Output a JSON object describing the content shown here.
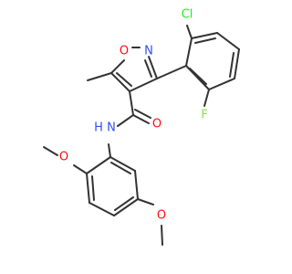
{
  "colors": {
    "background": "#ffffff",
    "bond": "#333333",
    "oxygen": "#ff0d0d",
    "nitrogen": "#3050f8",
    "chlorine": "#1ff01f",
    "fluorine": "#90e050",
    "carbon": "#333333"
  },
  "atoms": {
    "cl": "Cl",
    "f": "F",
    "o_ring": "O",
    "n_ring": "N",
    "o_carbonyl": "O",
    "nh": "H",
    "nh_n": "N",
    "o_methoxy1": "O",
    "o_methoxy2": "O"
  }
}
